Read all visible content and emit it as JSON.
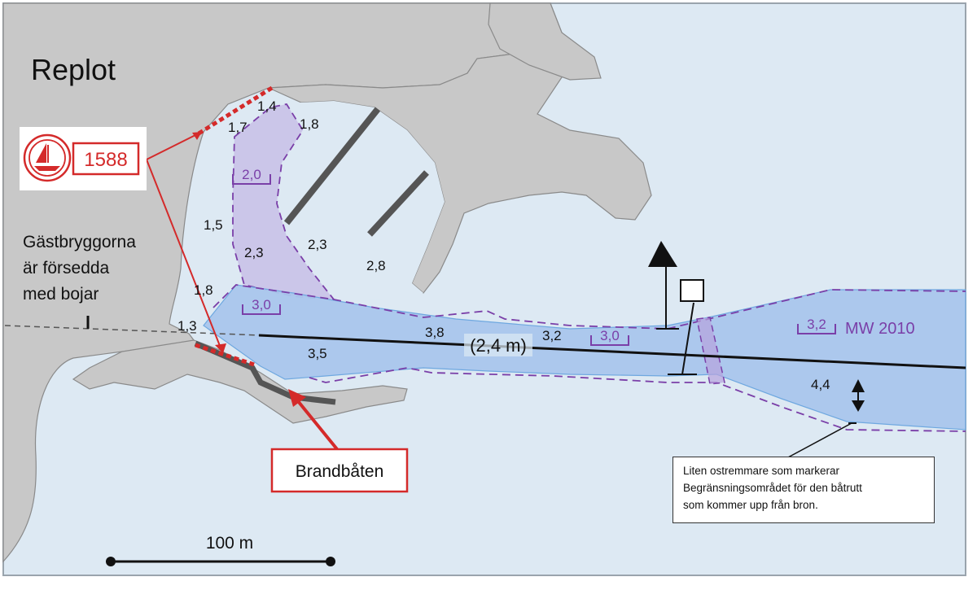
{
  "place_label": "Replot",
  "guest_jetty_label": [
    "Gästbryggorna",
    "är försedda",
    "med bojar"
  ],
  "badge_number": "1588",
  "fireboat_label": "Brandbåten",
  "channel_depth_label": "(2,4 m)",
  "mw_label": "MW 2010",
  "scale_label": "100 m",
  "depths": [
    "1,4",
    "1,8",
    "1,7",
    "1,5",
    "2,3",
    "2,3",
    "2,8",
    "1,8",
    "1,3",
    "3,5",
    "3,8",
    "3,2",
    "4,4"
  ],
  "sounding_boxes": [
    "2,0",
    "3,0",
    "3,0",
    "3,2"
  ],
  "note_lines": [
    "Liten ostremmare  som markerar",
    "Begränsningsområdet för den båtrutt",
    "som kommer  upp  från bron."
  ],
  "colors": {
    "water": "#dde9f3",
    "land": "#c8c8c8",
    "channel": "#a9c6ec",
    "restricted_zone": "#c7bde6",
    "restricted_outline": "#7a3fa8",
    "marker_red": "#d42a2a",
    "pier": "#555555"
  },
  "icons": [
    "sailboat-icon",
    "north-arrow-icon",
    "daymark-icon",
    "double-arrow-icon"
  ]
}
